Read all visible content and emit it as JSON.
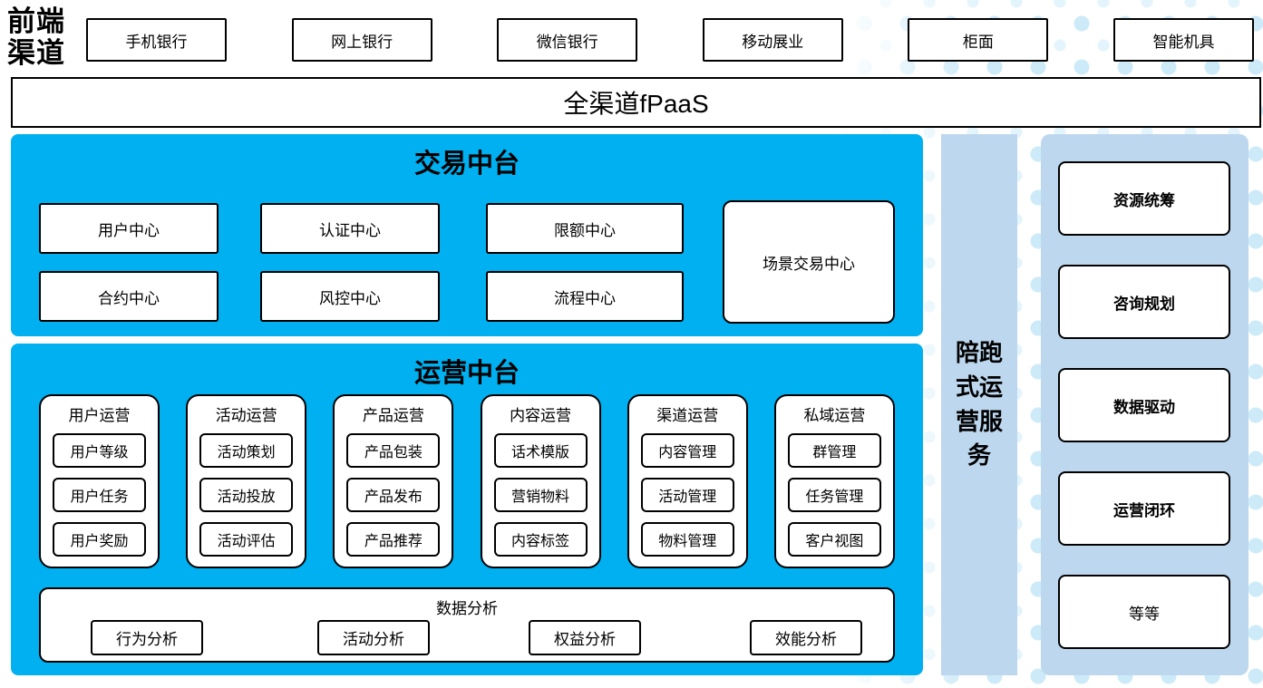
{
  "front_channels": {
    "label": "前端渠道",
    "items": [
      "手机银行",
      "网上银行",
      "微信银行",
      "移动展业",
      "柜面",
      "智能机具"
    ]
  },
  "fpaas": {
    "label": "全渠道fPaaS"
  },
  "transaction_platform": {
    "title": "交易中台",
    "row1": [
      "用户中心",
      "认证中心",
      "限额中心"
    ],
    "row2": [
      "合约中心",
      "风控中心",
      "流程中心"
    ],
    "side_box": "场景交易中心"
  },
  "operations_platform": {
    "title": "运营中台",
    "columns": [
      {
        "title": "用户运营",
        "items": [
          "用户等级",
          "用户任务",
          "用户奖励"
        ]
      },
      {
        "title": "活动运营",
        "items": [
          "活动策划",
          "活动投放",
          "活动评估"
        ]
      },
      {
        "title": "产品运营",
        "items": [
          "产品包装",
          "产品发布",
          "产品推荐"
        ]
      },
      {
        "title": "内容运营",
        "items": [
          "话术模版",
          "营销物料",
          "内容标签"
        ]
      },
      {
        "title": "渠道运营",
        "items": [
          "内容管理",
          "活动管理",
          "物料管理"
        ]
      },
      {
        "title": "私域运营",
        "items": [
          "群管理",
          "任务管理",
          "客户视图"
        ]
      }
    ],
    "data_analysis": {
      "title": "数据分析",
      "items": [
        "行为分析",
        "活动分析",
        "权益分析",
        "效能分析"
      ]
    }
  },
  "companion_service": {
    "bar_label": "陪跑式运营服务",
    "items": [
      "资源统筹",
      "咨询规划",
      "数据驱动",
      "运营闭环",
      "等等"
    ]
  },
  "colors": {
    "platform_cyan": "#00B0F0",
    "companion_light_blue": "#BDD7EE",
    "dot_pattern_blue": "#cdeaf8",
    "border_black": "#000000"
  }
}
